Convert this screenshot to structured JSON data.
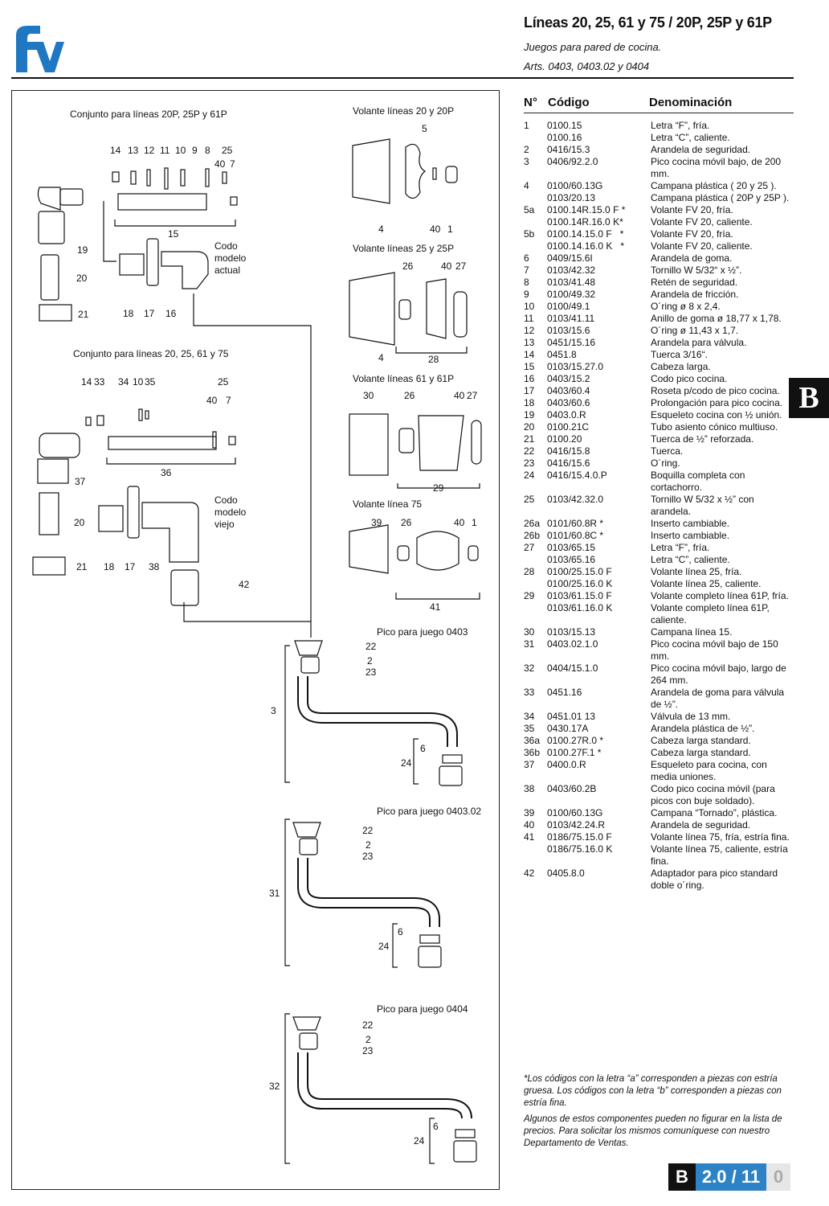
{
  "header": {
    "title": "Líneas 20, 25, 61 y 75 / 20P, 25P y 61P",
    "subtitle": "Juegos para pared de cocina.",
    "articles": "Arts. 0403, 0403.02 y 0404"
  },
  "table": {
    "h_no": "N°",
    "h_code": "Código",
    "h_name": "Denominación",
    "rows": [
      {
        "n": "1",
        "c": "0100.15",
        "d": "Letra “F”, fría."
      },
      {
        "n": "",
        "c": "0100.16",
        "d": "Letra “C”, caliente."
      },
      {
        "n": "2",
        "c": "0416/15.3",
        "d": "Arandela de seguridad."
      },
      {
        "n": "3",
        "c": "0406/92.2.0",
        "d": "Pico cocina móvil bajo, de 200 mm."
      },
      {
        "n": "4",
        "c": "0100/60.13G",
        "d": "Campana plástica ( 20 y 25 )."
      },
      {
        "n": "",
        "c": "0103/20.13",
        "d": "Campana plástica ( 20P y 25P )."
      },
      {
        "n": "5a",
        "c": "0100.14R.15.0 F *",
        "d": "Volante FV 20, fría."
      },
      {
        "n": "",
        "c": "0100.14R.16.0 K*",
        "d": "Volante FV 20, caliente."
      },
      {
        "n": "5b",
        "c": "0100.14.15.0 F   *",
        "d": "Volante FV 20, fría."
      },
      {
        "n": "",
        "c": "0100.14.16.0 K   *",
        "d": "Volante FV 20, caliente."
      },
      {
        "n": "6",
        "c": "0409/15.6I",
        "d": "Arandela de goma."
      },
      {
        "n": "7",
        "c": "0103/42.32",
        "d": "Tornillo W 5/32“ x ½”."
      },
      {
        "n": "8",
        "c": "0103/41.48",
        "d": "Retén de seguridad."
      },
      {
        "n": "9",
        "c": "0100/49.32",
        "d": "Arandela de fricción."
      },
      {
        "n": "10",
        "c": "0100/49.1",
        "d": "O´ring ø 8 x 2,4."
      },
      {
        "n": "11",
        "c": "0103/41.11",
        "d": "Anillo de goma ø 18,77 x 1,78."
      },
      {
        "n": "12",
        "c": "0103/15.6",
        "d": "O´ring ø 11,43 x 1,7."
      },
      {
        "n": "13",
        "c": "0451/15.16",
        "d": "Arandela para válvula."
      },
      {
        "n": "14",
        "c": "0451.8",
        "d": "Tuerca 3/16“."
      },
      {
        "n": "15",
        "c": "0103/15.27.0",
        "d": "Cabeza larga."
      },
      {
        "n": "16",
        "c": "0403/15.2",
        "d": "Codo pico cocina."
      },
      {
        "n": "17",
        "c": "0403/60.4",
        "d": "Roseta p/codo de pico cocina."
      },
      {
        "n": "18",
        "c": "0403/60.6",
        "d": "Prolongación para pico cocina."
      },
      {
        "n": "19",
        "c": "0403.0.R",
        "d": "Esqueleto cocina con ½ unión."
      },
      {
        "n": "20",
        "c": "0100.21C",
        "d": "Tubo asiento cónico multiuso."
      },
      {
        "n": "21",
        "c": "0100.20",
        "d": "Tuerca de ½” reforzada."
      },
      {
        "n": "22",
        "c": "0416/15.8",
        "d": "Tuerca."
      },
      {
        "n": "23",
        "c": "0416/15.6",
        "d": "O´ring."
      },
      {
        "n": "24",
        "c": "0416/15.4.0.P",
        "d": "Boquilla completa con cortachorro."
      },
      {
        "n": "25",
        "c": "0103/42.32.0",
        "d": "Tornillo W 5/32 x ½” con arandela."
      },
      {
        "n": "26a",
        "c": "0101/60.8R *",
        "d": "Inserto cambiable."
      },
      {
        "n": "26b",
        "c": "0101/60.8C *",
        "d": "Inserto cambiable."
      },
      {
        "n": "27",
        "c": "0103/65.15",
        "d": "Letra “F”, fría."
      },
      {
        "n": "",
        "c": "0103/65.16",
        "d": "Letra “C”, caliente."
      },
      {
        "n": "28",
        "c": "0100/25.15.0 F",
        "d": "Volante línea 25, fría."
      },
      {
        "n": "",
        "c": "0100/25.16.0 K",
        "d": "Volante línea 25, caliente."
      },
      {
        "n": "29",
        "c": "0103/61.15.0 F",
        "d": "Volante completo línea 61P,   fría."
      },
      {
        "n": "",
        "c": "0103/61.16.0 K",
        "d": "Volante completo línea 61P,   caliente."
      },
      {
        "n": "30",
        "c": "0103/15.13",
        "d": "Campana línea 15."
      },
      {
        "n": "31",
        "c": "0403.02.1.0",
        "d": "Pico cocina móvil bajo de 150 mm."
      },
      {
        "n": "32",
        "c": "0404/15.1.0",
        "d": "Pico cocina móvil bajo, largo de 264 mm."
      },
      {
        "n": "33",
        "c": "0451.16",
        "d": "Arandela de goma para válvula de ½”."
      },
      {
        "n": "34",
        "c": "0451.01 13",
        "d": "Válvula de 13 mm."
      },
      {
        "n": "35",
        "c": "0430.17A",
        "d": "Arandela plástica de ½”."
      },
      {
        "n": "36a",
        "c": "0100.27R.0 *",
        "d": "Cabeza larga standard."
      },
      {
        "n": "36b",
        "c": "0100.27F.1 *",
        "d": "Cabeza larga standard."
      },
      {
        "n": "37",
        "c": "0400.0.R",
        "d": "Esqueleto para cocina, con media uniones."
      },
      {
        "n": "38",
        "c": "0403/60.2B",
        "d": "Codo pico cocina móvil (para picos con buje soldado)."
      },
      {
        "n": "39",
        "c": "0100/60.13G",
        "d": "Campana “Tornado”, plástica."
      },
      {
        "n": "40",
        "c": "0103/42.24.R",
        "d": "Arandela de seguridad."
      },
      {
        "n": "41",
        "c": "0186/75.15.0 F",
        "d": "Volante línea 75, fría, estría fina."
      },
      {
        "n": "",
        "c": "0186/75.16.0 K",
        "d": "Volante línea 75, caliente, estría fina."
      },
      {
        "n": "42",
        "c": "0405.8.0",
        "d": "Adaptador para pico standard doble o´ring."
      }
    ]
  },
  "notes": {
    "star": "*Los códigos con la letra “a” corresponden a piezas con estría gruesa. Los códigos con la letra “b” corresponden a piezas con estría fina.",
    "avail": "Algunos de estos componentes pueden no figurar en la lista de precios. Para solicitar los mismos comuníquese con nuestro Departamento de Ventas."
  },
  "section_tab": "B",
  "page": {
    "section": "B",
    "number": "2.0 / 11",
    "rev": "0"
  },
  "diagram": {
    "g1_title": "Conjunto para líneas 20P, 25P y 61P",
    "g2_title": "Conjunto para líneas 20, 25, 61 y 75",
    "codo_actual": [
      "Codo",
      "modelo",
      "actual"
    ],
    "codo_viejo": [
      "Codo",
      "modelo",
      "viejo"
    ],
    "v1_title": "Volante líneas 20 y 20P",
    "v2_title": "Volante líneas 25 y 25P",
    "v3_title": "Volante líneas 61 y 61P",
    "v4_title": "Volante línea 75",
    "p1_title": "Pico para juego 0403",
    "p2_title": "Pico para juego 0403.02",
    "p3_title": "Pico para juego 0404",
    "labels": {
      "g1_top": [
        "14",
        "13",
        "12",
        "11",
        "10",
        "9",
        "8",
        "25",
        "40",
        "7"
      ],
      "g1_side": [
        "19",
        "20",
        "21",
        "15",
        "18",
        "17",
        "16"
      ],
      "g2_top": [
        "14",
        "33",
        "34",
        "10",
        "35",
        "25",
        "40",
        "7"
      ],
      "g2_side": [
        "37",
        "20",
        "21",
        "36",
        "18",
        "17",
        "38",
        "42"
      ],
      "v1": [
        "5",
        "4",
        "40",
        "1"
      ],
      "v2": [
        "26",
        "40",
        "27",
        "4",
        "28"
      ],
      "v3": [
        "30",
        "26",
        "40",
        "27",
        "29"
      ],
      "v4": [
        "39",
        "26",
        "40",
        "1",
        "41"
      ],
      "p1": [
        "22",
        "2",
        "23",
        "3",
        "6",
        "24"
      ],
      "p2": [
        "22",
        "2",
        "23",
        "31",
        "6",
        "24"
      ],
      "p3": [
        "22",
        "2",
        "23",
        "32",
        "6",
        "24"
      ]
    }
  }
}
